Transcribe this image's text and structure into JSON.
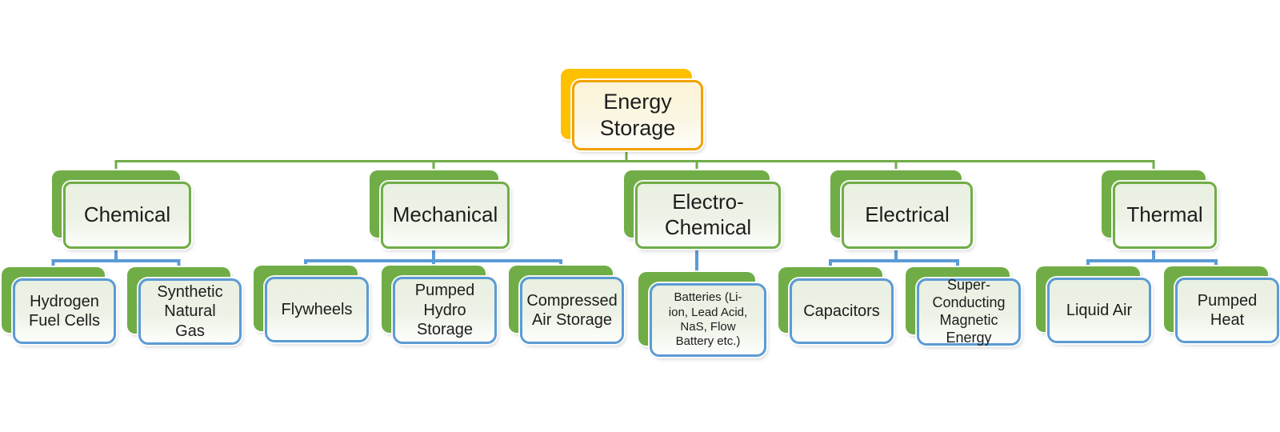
{
  "diagram": {
    "type": "hierarchy",
    "root": {
      "label": "Energy Storage"
    },
    "branches": [
      {
        "label": "Chemical",
        "children": [
          "Hydrogen Fuel Cells",
          "Synthetic Natural Gas"
        ]
      },
      {
        "label": "Mechanical",
        "children": [
          "Flywheels",
          "Pumped Hydro Storage",
          "Compressed Air Storage"
        ]
      },
      {
        "label": "Electro-Chemical",
        "children": [
          "Batteries (Li-ion, Lead Acid, NaS, Flow Battery etc.)"
        ]
      },
      {
        "label": "Electrical",
        "children": [
          "Capacitors",
          "Super-Conducting Magnetic Energy"
        ]
      },
      {
        "label": "Thermal",
        "children": [
          "Liquid Air",
          "Pumped Heat"
        ]
      }
    ],
    "colors": {
      "node_green": "#70AD47",
      "leaf_border_blue": "#5B9BD5",
      "root_back_gold": "#FFC000",
      "root_border_amber": "#F2A104",
      "connector_green": "#70AD47",
      "connector_blue": "#5B9BD5",
      "text": "#1d1d1d",
      "background": "#ffffff"
    }
  }
}
